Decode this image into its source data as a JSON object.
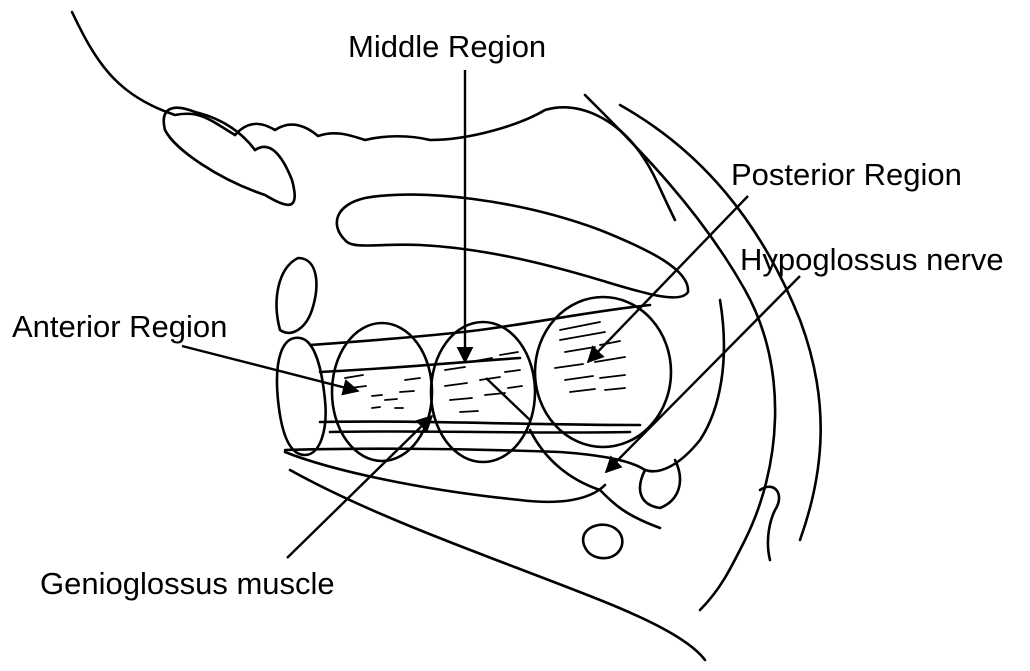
{
  "labels": {
    "middle_region": "Middle Region",
    "posterior_region": "Posterior Region",
    "hypoglossus_nerve": "Hypoglossus nerve",
    "anterior_region": "Anterior Region",
    "genioglossus_muscle": "Genioglossus muscle"
  },
  "colors": {
    "ink": "#000000",
    "background": "#ffffff"
  }
}
